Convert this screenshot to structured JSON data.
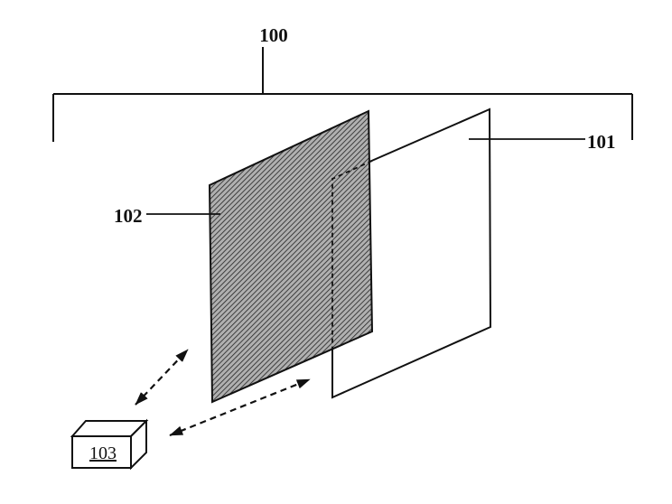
{
  "figure": {
    "type": "patent-line-diagram",
    "labels": {
      "assembly": "100",
      "rear_panel": "101",
      "hatched_panel": "102",
      "device_box": "103"
    },
    "colors": {
      "line": "#111111",
      "background": "#ffffff",
      "hatch_base": "#b0b0b0",
      "hatch_line": "#222222"
    }
  }
}
